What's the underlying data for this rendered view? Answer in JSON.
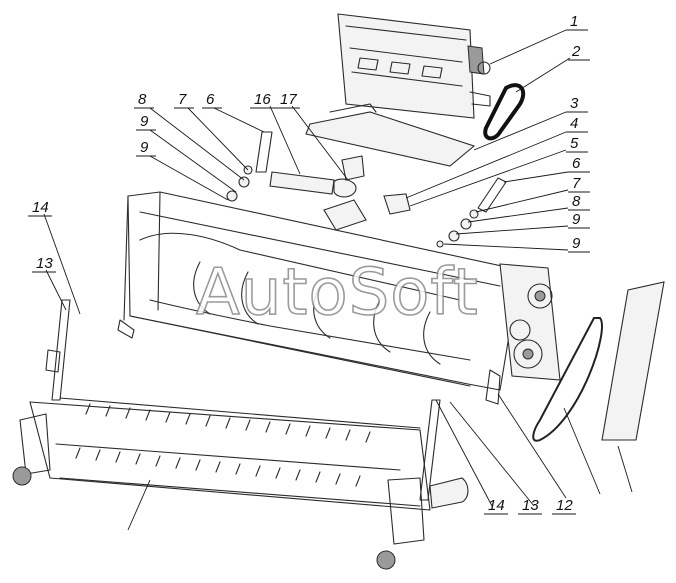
{
  "watermark": "AutoSoft",
  "callouts": [
    {
      "id": "c1",
      "label": "1"
    },
    {
      "id": "c2",
      "label": "2"
    },
    {
      "id": "c3",
      "label": "3"
    },
    {
      "id": "c4",
      "label": "4"
    },
    {
      "id": "c5",
      "label": "5"
    },
    {
      "id": "c6r",
      "label": "6"
    },
    {
      "id": "c7r",
      "label": "7"
    },
    {
      "id": "c8r",
      "label": "8"
    },
    {
      "id": "c9r1",
      "label": "9"
    },
    {
      "id": "c9r2",
      "label": "9"
    },
    {
      "id": "c8l",
      "label": "8"
    },
    {
      "id": "c7l",
      "label": "7"
    },
    {
      "id": "c6l",
      "label": "6"
    },
    {
      "id": "c16",
      "label": "16"
    },
    {
      "id": "c17",
      "label": "17"
    },
    {
      "id": "c9l1",
      "label": "9"
    },
    {
      "id": "c9l2",
      "label": "9"
    },
    {
      "id": "c14l",
      "label": "14"
    },
    {
      "id": "c13l",
      "label": "13"
    },
    {
      "id": "c14b",
      "label": "14"
    },
    {
      "id": "c13b",
      "label": "13"
    },
    {
      "id": "c12",
      "label": "12"
    }
  ]
}
